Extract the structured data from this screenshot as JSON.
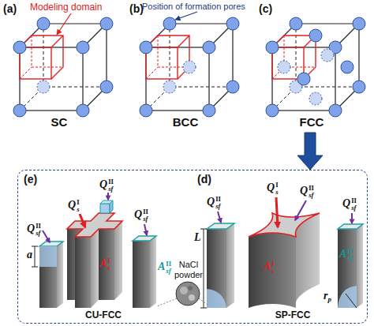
{
  "diagram": {
    "nodes": [
      {
        "text": [
          "(a)",
          "SC"
        ]
      },
      {
        "text": [
          "(b)",
          "BCC"
        ]
      },
      {
        "text": [
          "(c)",
          "FCC"
        ]
      },
      {
        "text": [
          "NaCl powder"
        ]
      },
      {
        "text": [
          "(e)",
          "CU-FCC"
        ],
        "in": 3
      },
      {
        "text": [
          "(d)",
          "SP-FCC"
        ],
        "in": 3
      }
    ],
    "edges": [
      {
        "from": 2,
        "to": 3,
        "arrow": "to"
      }
    ],
    "labels": [
      "Modeling domain",
      "Position of formation pores",
      "Q",
      "sf",
      "II",
      "Q",
      "s",
      "I",
      "Q",
      "sf",
      "II",
      "Q",
      "sf",
      "II",
      "A",
      "s",
      "I",
      "A",
      "sf",
      "II",
      "a",
      "Q",
      "sf",
      "II",
      "Q",
      "s",
      "I",
      "Q",
      "sf",
      "II",
      "Q",
      "sf",
      "II",
      "A",
      "s",
      "I",
      "A",
      "sf",
      "II",
      "L",
      "r",
      "p"
    ]
  }
}
